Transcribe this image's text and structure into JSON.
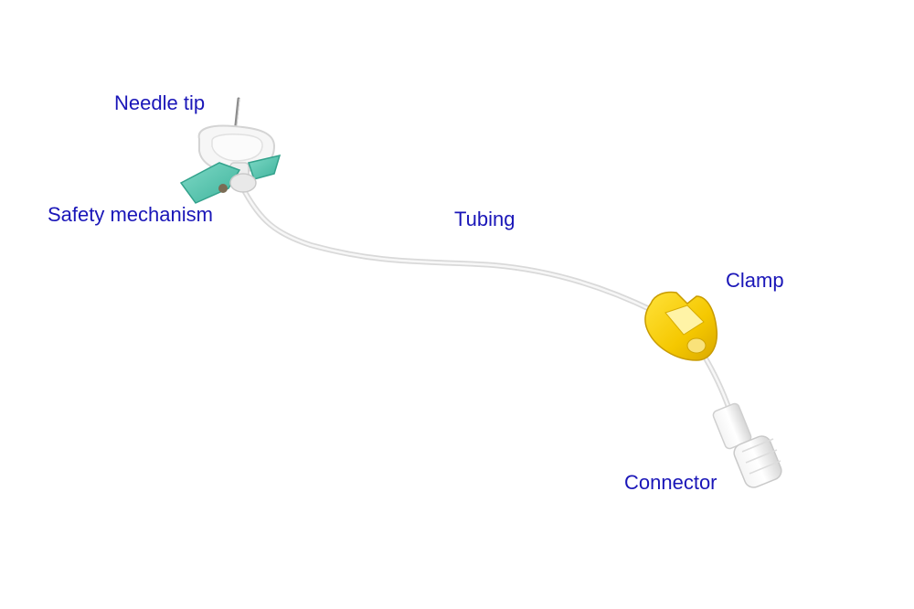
{
  "labels": {
    "needle_tip": "Needle tip",
    "safety_mechanism": "Safety mechanism",
    "tubing": "Tubing",
    "clamp": "Clamp",
    "connector": "Connector"
  },
  "colors": {
    "label_text": "#1a16b8",
    "safety_wings": "#5ac9b4",
    "clamp": "#f7cf00",
    "tubing": "#dcdcdc"
  }
}
